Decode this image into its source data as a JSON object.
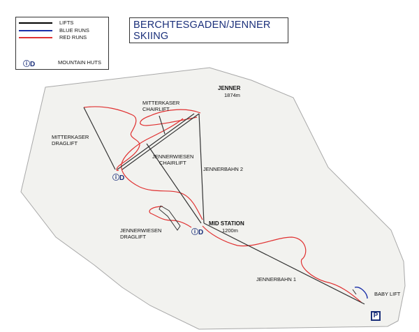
{
  "title": {
    "line1": "BERCHTESGADEN/JENNER",
    "line2": "SKIING"
  },
  "legend": {
    "lifts": {
      "label": "LIFTS",
      "color": "#000000"
    },
    "blue_runs": {
      "label": "BLUE RUNS",
      "color": "#1a2fa8"
    },
    "red_runs": {
      "label": "RED RUNS",
      "color": "#e03030"
    },
    "huts": {
      "label": "MOUNTAIN HUTS",
      "icon": "mountain-hut-icon",
      "glyph": "ⓘD"
    }
  },
  "colors": {
    "terrain": "#f2f2ef",
    "terrain_border": "#a8a8a8",
    "lift": "#333333",
    "red_run": "#e03030",
    "blue_run": "#1a2fa8",
    "title_text": "#1a2f7a"
  },
  "labels": {
    "summit_name": "JENNER",
    "summit_elev": "1874m",
    "mitterkaser_chairlift_1": "MITTERKASER",
    "mitterkaser_chairlift_2": "CHAIRLIFT",
    "mitterkaser_draglift_1": "MITTERKASER",
    "mitterkaser_draglift_2": "DRAGLIFT",
    "jennerwiesen_chairlift_1": "JENNERWIESEN",
    "jennerwiesen_chairlift_2": "CHAIRLIFT",
    "jennerbahn2": "JENNERBAHN 2",
    "mid_station_name": "MID STATION",
    "mid_station_elev": "1200m",
    "jennerwiesen_draglift_1": "JENNERWIESEN",
    "jennerwiesen_draglift_2": "DRAGLIFT",
    "jennerbahn1": "JENNERBAHN 1",
    "baby_lift": "BABY LIFT",
    "parking": "P"
  }
}
